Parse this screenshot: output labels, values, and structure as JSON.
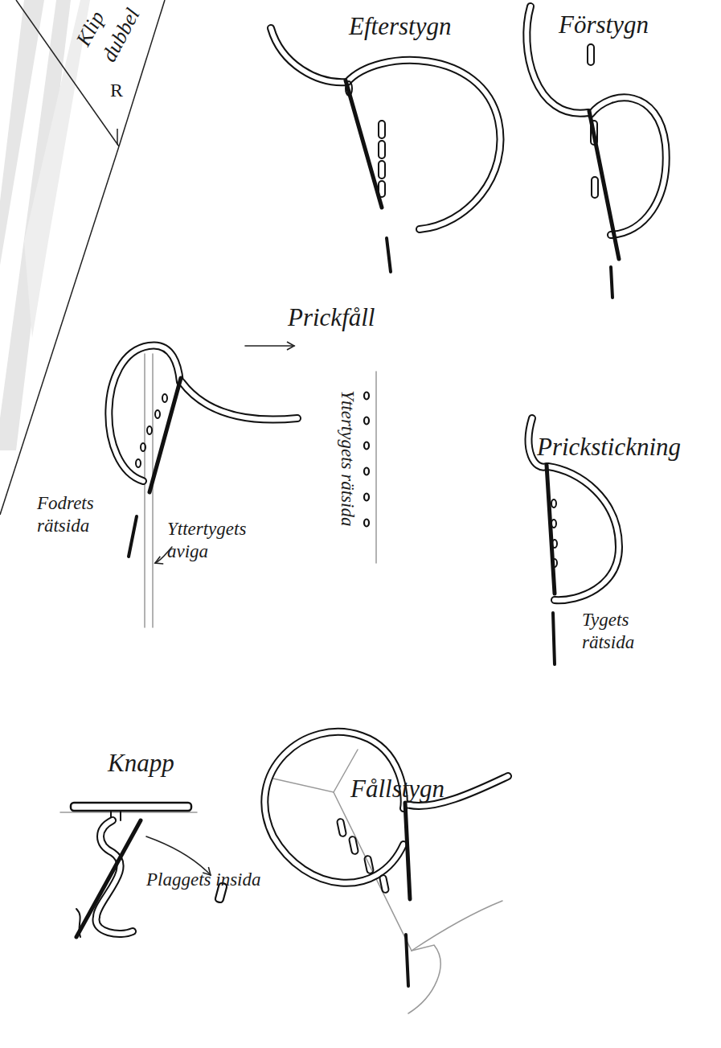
{
  "diagram": {
    "labels": [
      "Klip",
      "dubbel",
      "R",
      "Efterstygn",
      "Förstygn",
      "Prickfåll",
      "Fodrets rätsida",
      "Yttertygets aviga",
      "Yttertygets rätsida",
      "Prickstickning",
      "Tygets rätsida",
      "Knapp",
      "Plaggets insida",
      "Fållstygn"
    ]
  }
}
